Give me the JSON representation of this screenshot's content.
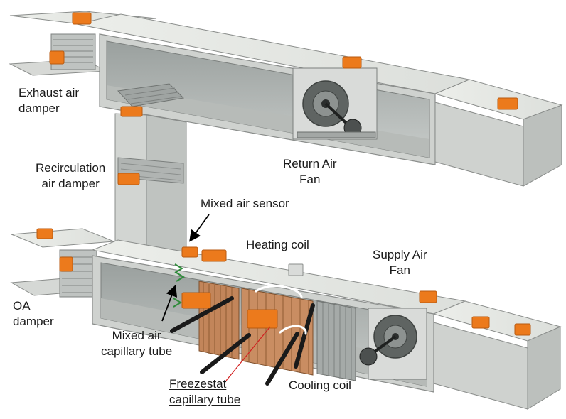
{
  "labels": {
    "exhaust_air_damper": [
      "Exhaust air",
      "damper"
    ],
    "recirculation_air_damper": [
      "Recirculation",
      "air damper"
    ],
    "return_air_fan": [
      "Return Air",
      "Fan"
    ],
    "mixed_air_sensor": "Mixed air sensor",
    "heating_coil": "Heating coil",
    "supply_air_fan": [
      "Supply Air",
      "Fan"
    ],
    "oa_damper": [
      "OA",
      "damper"
    ],
    "mixed_air_capillary_tube": [
      "Mixed air",
      "capillary tube"
    ],
    "freezestat_capillary_tube": [
      "Freezestat",
      "capillary tube"
    ],
    "cooling_coil": "Cooling coil"
  },
  "colors": {
    "duct_top": "#e4e6e2",
    "duct_side": "#c9ccc9",
    "duct_inner": "#a9adab",
    "duct_floor": "#b8bbb8",
    "duct_edge": "#8a8d8b",
    "actuator": "#ec7a1c",
    "actuator_dark": "#b85a10",
    "coil": "#c2855a",
    "fan_housing": "#d9dbd9",
    "callout_line": "#d21f1f",
    "arrow": "#000000"
  }
}
